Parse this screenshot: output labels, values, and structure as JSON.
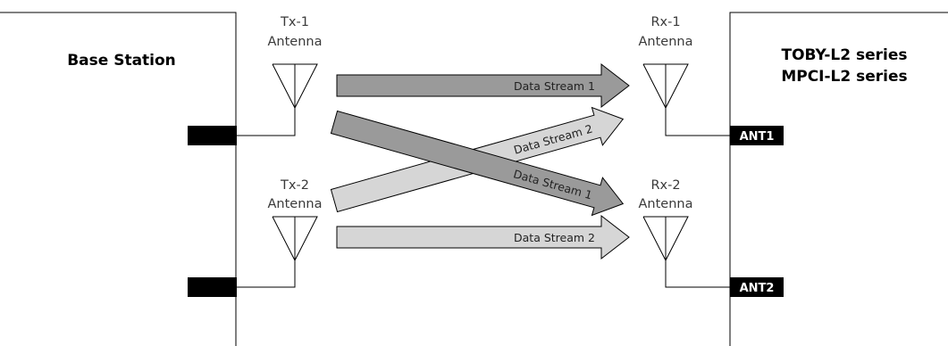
{
  "base_station": {
    "title": "Base Station"
  },
  "device": {
    "title_line1": "TOBY-L2 series",
    "title_line2": "MPCI-L2 series"
  },
  "tx_antennas": [
    {
      "line1": "Tx-1",
      "line2": "Antenna"
    },
    {
      "line1": "Tx-2",
      "line2": "Antenna"
    }
  ],
  "rx_antennas": [
    {
      "line1": "Rx-1",
      "line2": "Antenna"
    },
    {
      "line1": "Rx-2",
      "line2": "Antenna"
    }
  ],
  "ports": {
    "ant1": "ANT1",
    "ant2": "ANT2"
  },
  "streams": [
    {
      "label": "Data Stream 1",
      "color": "#9a9a9a"
    },
    {
      "label": "Data Stream 2",
      "color": "#d6d6d6"
    },
    {
      "label": "Data Stream 1",
      "color": "#9a9a9a"
    },
    {
      "label": "Data Stream 2",
      "color": "#d6d6d6"
    }
  ]
}
